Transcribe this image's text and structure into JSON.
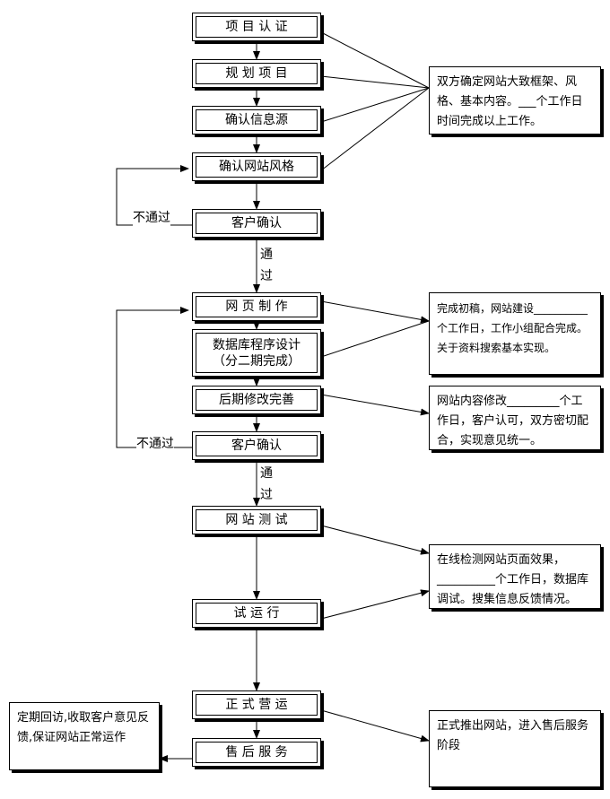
{
  "steps": {
    "s1": "项 目 认 证",
    "s2": "规 划 项 目",
    "s3": "确认信息源",
    "s4": "确认网站风格",
    "s5": "客户确认",
    "s6": "网 页 制 作",
    "s7": "数据库程序设计\n（分二期完成）",
    "s8": "后期修改完善",
    "s9": "客户确认",
    "s10": "网 站 测 试",
    "s11": "试 运 行",
    "s12": "正 式 营 运",
    "s13": "售 后 服 务"
  },
  "notes": {
    "n1": "双方确定网站大致框架、风格、基本内容。___个工作日时间完成以上工作。",
    "n2": "完成初稿，网站建设__________个工作日，工作小组配合完成。关于资料搜索基本实现。",
    "n3": "网站内容修改_________个工作日，客户认可，双方密切配合，实现意见统一。",
    "n4": "在线检测网站页面效果，__________个工作日，数据库调试。搜集信息反馈情况。",
    "n5": "正式推出网站，进入售后服务阶段",
    "n6": "定期回访,收取客户意见反馈,保证网站正常运作"
  },
  "labels": {
    "fail1": "不通过",
    "pass1": "通\n过",
    "fail2": "不通过",
    "pass2": "通\n过"
  }
}
